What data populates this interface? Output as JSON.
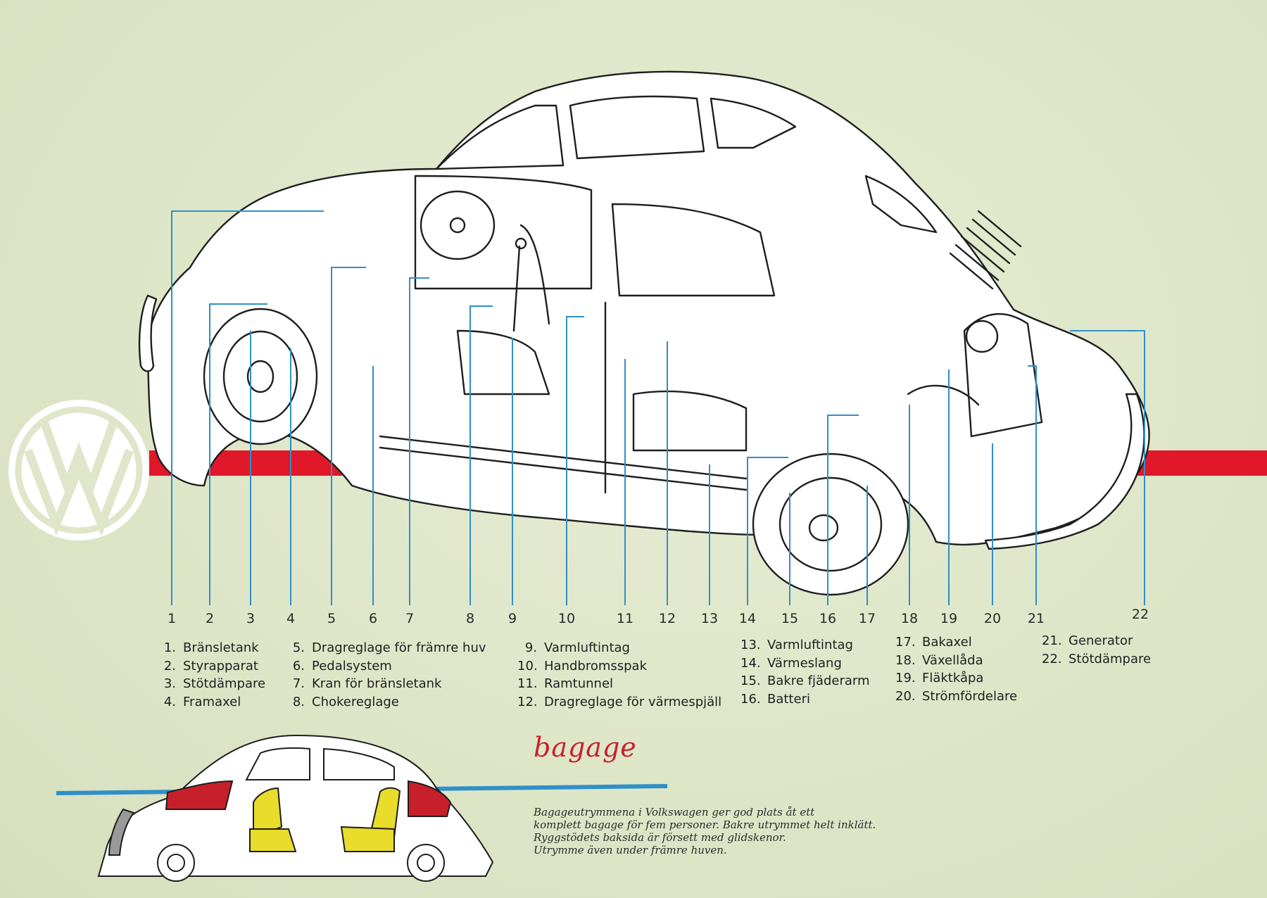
{
  "brand": {
    "logo_text": "VW",
    "accent_red": "#e0182a",
    "line_blue": "#2f8fc8",
    "bagage_red": "#c8202a",
    "seat_yellow": "#e9dc2a"
  },
  "callout_numbers": [
    "1",
    "2",
    "3",
    "4",
    "5",
    "6",
    "7",
    "8",
    "9",
    "10",
    "11",
    "12",
    "13",
    "14",
    "15",
    "16",
    "17",
    "18",
    "19",
    "20",
    "21",
    "22"
  ],
  "legend": [
    [
      {
        "n": "1.",
        "label": "Bränsletank"
      },
      {
        "n": "2.",
        "label": "Styrapparat"
      },
      {
        "n": "3.",
        "label": "Stötdämpare"
      },
      {
        "n": "4.",
        "label": "Framaxel"
      }
    ],
    [
      {
        "n": "5.",
        "label": "Dragreglage för främre huv"
      },
      {
        "n": "6.",
        "label": "Pedalsystem"
      },
      {
        "n": "7.",
        "label": "Kran för bränsletank"
      },
      {
        "n": "8.",
        "label": "Chokereglage"
      }
    ],
    [
      {
        "n": "9.",
        "label": "Varmluftintag"
      },
      {
        "n": "10.",
        "label": "Handbromsspak"
      },
      {
        "n": "11.",
        "label": "Ramtunnel"
      },
      {
        "n": "12.",
        "label": "Dragreglage för värmespjäll"
      }
    ],
    [
      {
        "n": "13.",
        "label": "Varmluftintag"
      },
      {
        "n": "14.",
        "label": "Värmeslang"
      },
      {
        "n": "15.",
        "label": "Bakre fjäderarm"
      },
      {
        "n": "16.",
        "label": "Batteri"
      }
    ],
    [
      {
        "n": "17.",
        "label": "Bakaxel"
      },
      {
        "n": "18.",
        "label": "Växellåda"
      },
      {
        "n": "19.",
        "label": "Fläktkåpa"
      },
      {
        "n": "20.",
        "label": "Strömfördelare"
      }
    ],
    [
      {
        "n": "21.",
        "label": "Generator"
      },
      {
        "n": "22.",
        "label": "Stötdämpare"
      }
    ]
  ],
  "bagage": {
    "title": "bagage",
    "lines": [
      "Bagageutrymmena i Volkswagen ger god plats åt ett",
      "komplett bagage för fem personer. Bakre utrymmet helt inklätt.",
      "Ryggstödets baksida är försett med glidskenor.",
      "Utrymme även under främre huven."
    ]
  }
}
